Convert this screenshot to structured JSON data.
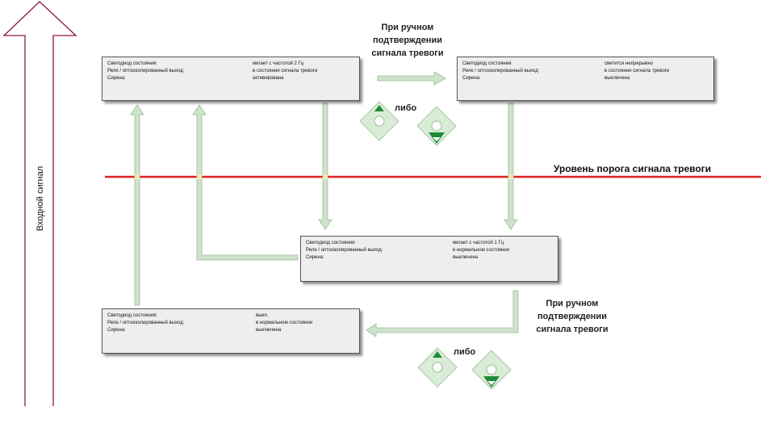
{
  "axis": {
    "label": "Входной сигнал"
  },
  "threshold": {
    "label": "Уровень порога сигнала тревоги",
    "color": "#e02020"
  },
  "colors": {
    "arrow": "#cfe3cc",
    "arrow_stroke": "#9bbd97",
    "button": "#1f8a3a",
    "button_bg": "#d9ecd6",
    "axis_arrow": "#8a1a3a"
  },
  "states": [
    {
      "id": "alarm",
      "rows": [
        {
          "label": "Светодиод состояния:",
          "value": "мигает с частотой 2 Гц"
        },
        {
          "label": "Реле / оптоизолированный выход:",
          "value": "в состоянии сигнала тревоги"
        },
        {
          "label": "Сирена:",
          "value": "активирована"
        }
      ]
    },
    {
      "id": "acknowledged",
      "rows": [
        {
          "label": "Светодиод состояния:",
          "value": "светится непрерывно"
        },
        {
          "label": "Реле / оптоизолированный выход:",
          "value": "в состоянии сигнала тревоги"
        },
        {
          "label": "Сирена:",
          "value": "выключена"
        }
      ]
    },
    {
      "id": "normal-blink",
      "rows": [
        {
          "label": "Светодиод состояния:",
          "value": "мигает с частотой 1 Гц"
        },
        {
          "label": "Реле / оптоизолированный выход:",
          "value": "в нормальном состоянии"
        },
        {
          "label": "Сирена:",
          "value": "выключена"
        }
      ]
    },
    {
      "id": "normal-off",
      "rows": [
        {
          "label": "Светодиод состояния:",
          "value": "выкл."
        },
        {
          "label": "Реле / оптоизолированный выход:",
          "value": "в нормальном состоянии"
        },
        {
          "label": "Сирена:",
          "value": "выключена"
        }
      ]
    }
  ],
  "notes": {
    "top": {
      "lines": [
        "При ручном",
        "подтверждении",
        "сигнала тревоги"
      ],
      "alt": "либо"
    },
    "bottom": {
      "lines": [
        "При ручном",
        "подтверждении",
        "сигнала тревоги"
      ],
      "alt": "либо"
    }
  },
  "buttons": [
    {
      "name": "up-button-icon"
    },
    {
      "name": "down-button-icon"
    },
    {
      "name": "up-button-icon"
    },
    {
      "name": "down-button-icon"
    }
  ]
}
